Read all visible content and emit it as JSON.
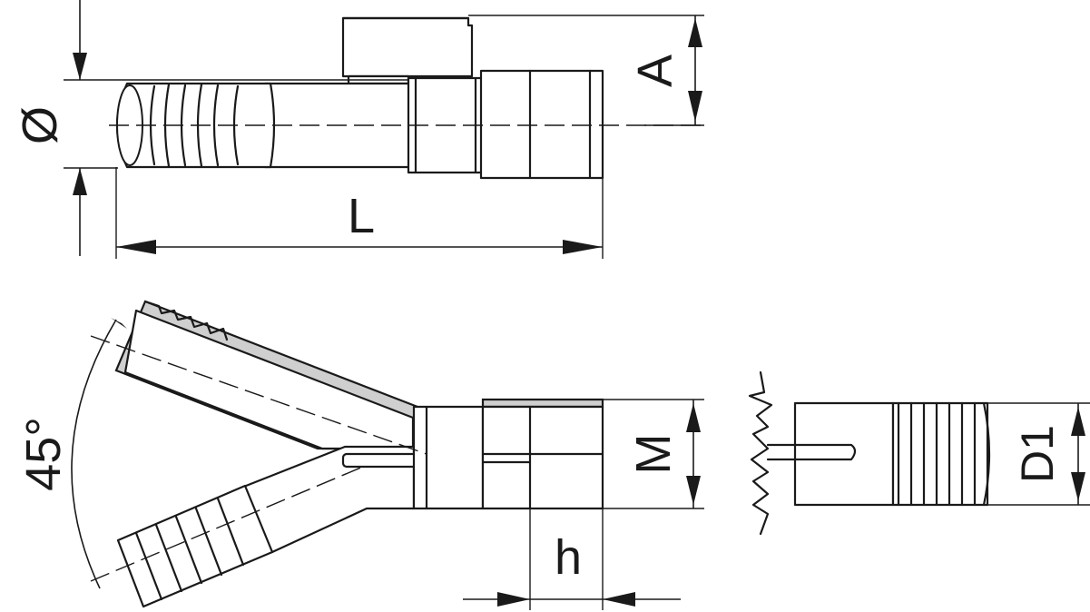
{
  "labels": {
    "diameter": "Ø",
    "length": "L",
    "height_a": "A",
    "angle": "45°",
    "thread_m": "M",
    "depth_h": "h",
    "diameter_d1": "D1"
  }
}
